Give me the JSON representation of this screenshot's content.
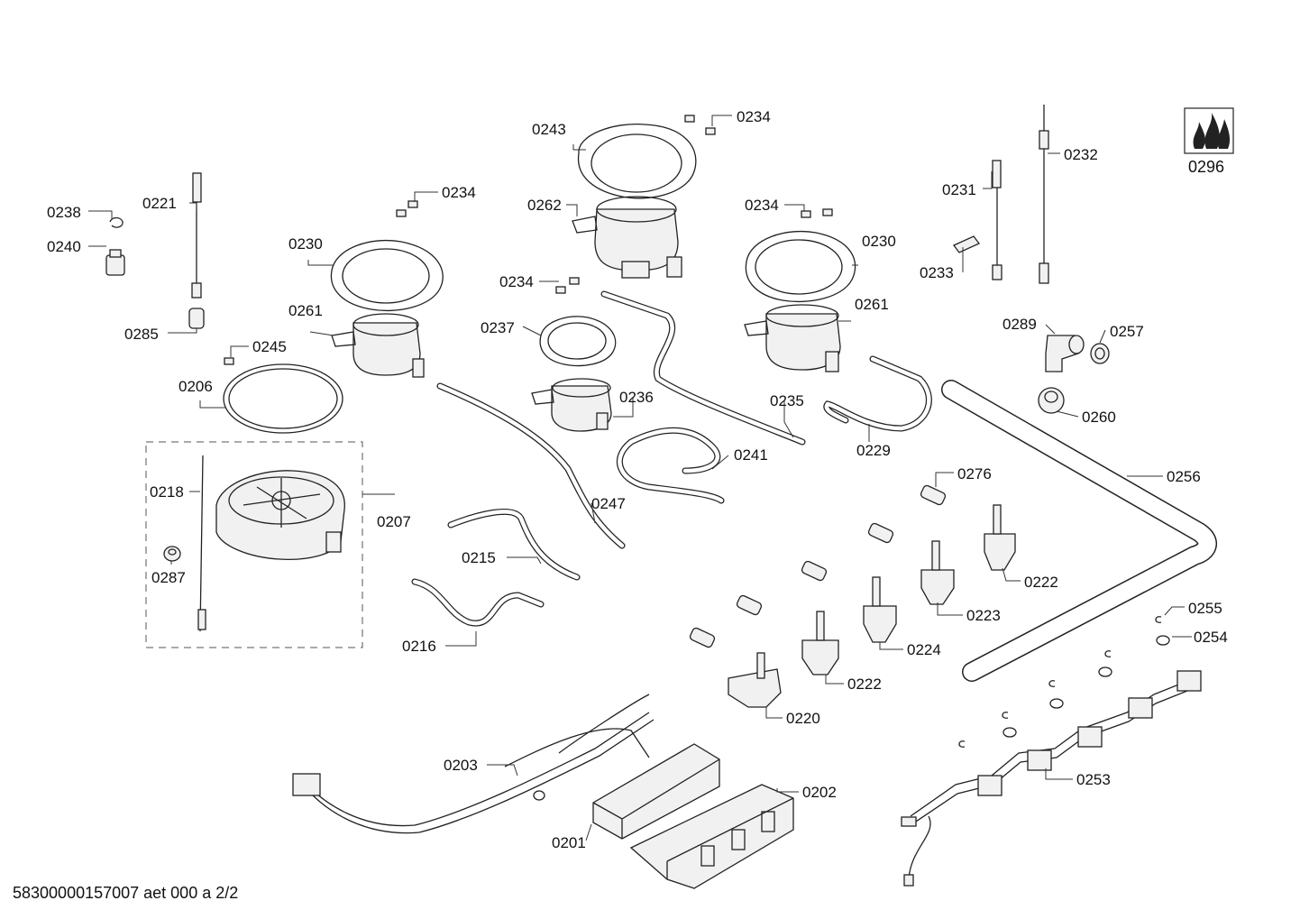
{
  "footer": "58300000157007 aet 000 a 2/2",
  "logo_label": "0296",
  "callouts": [
    {
      "id": "0243"
    },
    {
      "id": "0234a"
    },
    {
      "id": "0232"
    },
    {
      "id": "0221"
    },
    {
      "id": "0234b"
    },
    {
      "id": "0238"
    },
    {
      "id": "0262"
    },
    {
      "id": "0234c"
    },
    {
      "id": "0231"
    },
    {
      "id": "0240"
    },
    {
      "id": "0230a"
    },
    {
      "id": "0230b"
    },
    {
      "id": "0233"
    },
    {
      "id": "0234d"
    },
    {
      "id": "0261a"
    },
    {
      "id": "0261b"
    },
    {
      "id": "0285"
    },
    {
      "id": "0237"
    },
    {
      "id": "0289"
    },
    {
      "id": "0257"
    },
    {
      "id": "0245"
    },
    {
      "id": "0206"
    },
    {
      "id": "0236"
    },
    {
      "id": "0235"
    },
    {
      "id": "0260"
    },
    {
      "id": "0229"
    },
    {
      "id": "0241"
    },
    {
      "id": "0276"
    },
    {
      "id": "0256"
    },
    {
      "id": "0218"
    },
    {
      "id": "0207"
    },
    {
      "id": "0247"
    },
    {
      "id": "0215"
    },
    {
      "id": "0287"
    },
    {
      "id": "0222a"
    },
    {
      "id": "0223"
    },
    {
      "id": "0255"
    },
    {
      "id": "0254"
    },
    {
      "id": "0216"
    },
    {
      "id": "0224"
    },
    {
      "id": "0222b"
    },
    {
      "id": "0220"
    },
    {
      "id": "0203"
    },
    {
      "id": "0253"
    },
    {
      "id": "0202"
    },
    {
      "id": "0201"
    }
  ],
  "labels": {
    "0243": "0243",
    "0234a": "0234",
    "0232": "0232",
    "0221": "0221",
    "0234b": "0234",
    "0238": "0238",
    "0262": "0262",
    "0234c": "0234",
    "0231": "0231",
    "0240": "0240",
    "0230a": "0230",
    "0230b": "0230",
    "0233": "0233",
    "0234d": "0234",
    "0261a": "0261",
    "0261b": "0261",
    "0285": "0285",
    "0237": "0237",
    "0289": "0289",
    "0257": "0257",
    "0245": "0245",
    "0206": "0206",
    "0236": "0236",
    "0235": "0235",
    "0260": "0260",
    "0229": "0229",
    "0241": "0241",
    "0276": "0276",
    "0256": "0256",
    "0218": "0218",
    "0207": "0207",
    "0247": "0247",
    "0215": "0215",
    "0287": "0287",
    "0222a": "0222",
    "0223": "0223",
    "0255": "0255",
    "0254": "0254",
    "0216": "0216",
    "0224": "0224",
    "0222b": "0222",
    "0220": "0220",
    "0203": "0203",
    "0253": "0253",
    "0202": "0202",
    "0201": "0201"
  }
}
